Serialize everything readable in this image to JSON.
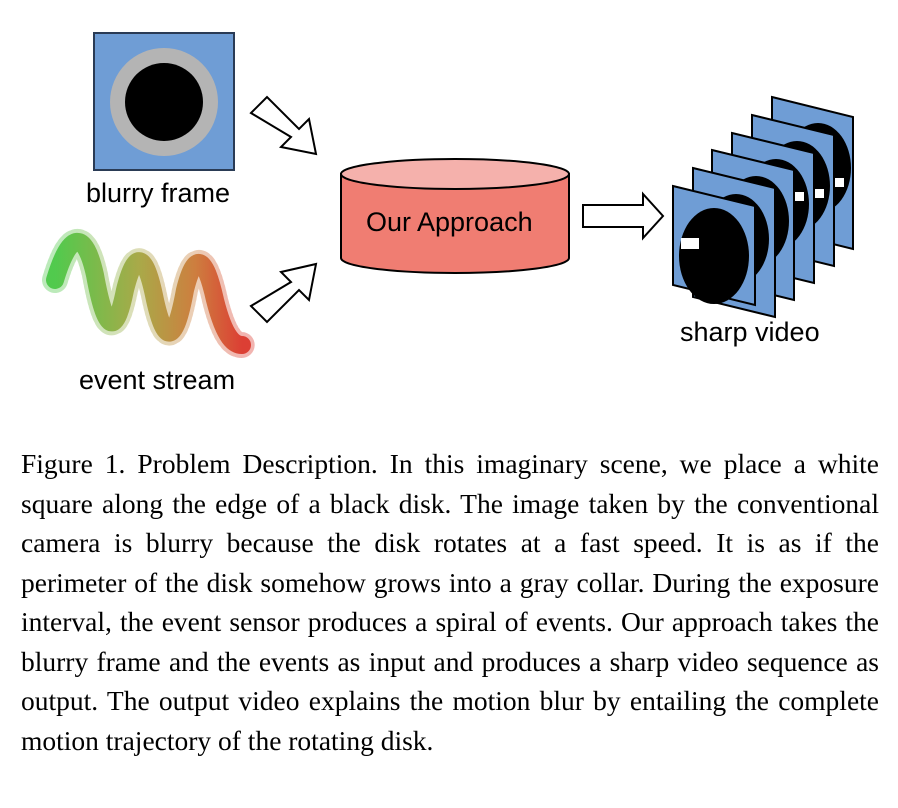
{
  "figure": {
    "labels": {
      "blurry_frame": "blurry frame",
      "event_stream": "event stream",
      "approach": "Our Approach",
      "sharp_video": "sharp video"
    },
    "colors": {
      "frame_bg": "#6f9dd5",
      "disk": "#000000",
      "collar": "#b4b4b4",
      "cylinder_body": "#f07d72",
      "cylinder_top": "#f5b1ac"
    }
  },
  "caption": {
    "text": "Figure 1. Problem Description. In this imaginary scene, we place a white square along the edge of a black disk. The image taken by the conventional camera is blurry because the disk rotates at a fast speed. It is as if the perimeter of the disk somehow grows into a gray collar. During the exposure interval, the event sensor produces a spiral of events. Our approach takes the blurry frame and the events as input and produces a sharp video sequence as output. The output video explains the motion blur by entailing the complete motion trajectory of the rotating disk."
  }
}
